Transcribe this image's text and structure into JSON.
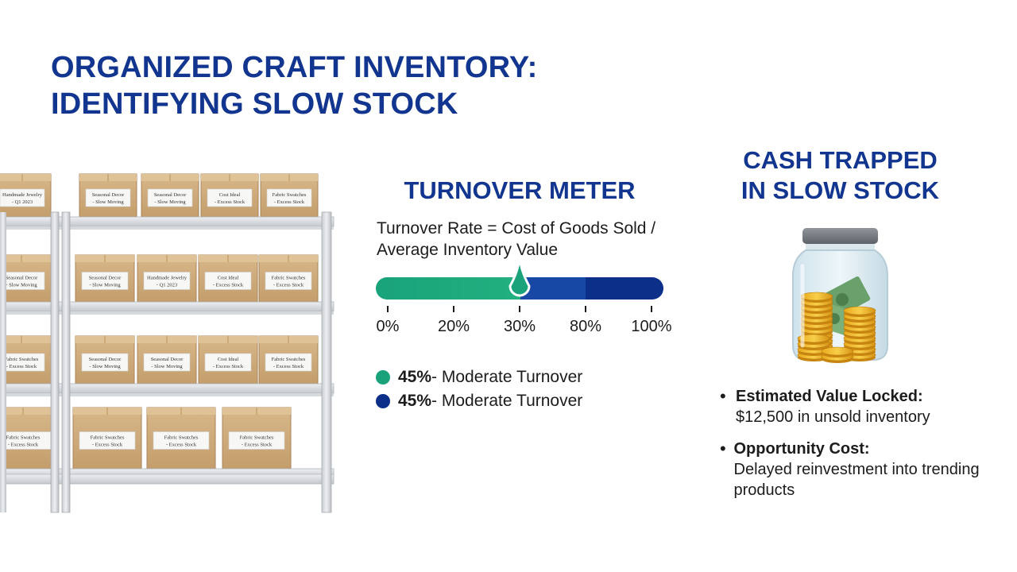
{
  "title": {
    "line1": "ORGANIZED CRAFT INVENTORY:",
    "line2": "IDENTIFYING SLOW STOCK"
  },
  "shelf": {
    "box_labels": [
      [
        "Handmade Jewelry - Q1 2023",
        "Seasonal Decor - Slow Moving",
        "Seasonal Decor - Slow Moving",
        "Cost Ideal - Excess Stock",
        "Fabric Swatches - Excess Stock"
      ],
      [
        "Seasonal Decor - Slow Moving",
        "Seasonal Decor - Slow Moving",
        "Handmade Jewelry - Q1 2023",
        "Cost Ideal - Excess Stock",
        "Fabric Swatches - Excess Stock"
      ],
      [
        "Fabric Swatches - Excess Stock",
        "Seasonal Decor - Slow Moving",
        "Seasonal Decor - Slow Moving",
        "Cost Ideal - Excess Stock",
        "Fabric Swatches - Excess Stock"
      ],
      [
        "Fabric Swatches - Excess Stock",
        "Fabric Swatches - Excess Stock",
        "Fabric Swatches - Excess Stock",
        "Fabric Swatches - Excess Stock"
      ]
    ]
  },
  "meter": {
    "title": "TURNOVER METER",
    "formula_line1": "Turnover Rate = Cost of Goods Sold /",
    "formula_line2": "Average Inventory Value",
    "ticks": [
      "0%",
      "20%",
      "30%",
      "80%",
      "100%"
    ],
    "indicator_at": "30%",
    "colors": {
      "green": "#1aa37a",
      "blue": "#0c2f8a",
      "mid_blue": "#1848a6"
    },
    "legend": [
      {
        "value": "45%",
        "text": " - Moderate Turnover",
        "color": "#1aa37a"
      },
      {
        "value": "45%",
        "text": " - Moderate Turnover",
        "color": "#0c2f8a"
      }
    ]
  },
  "cash": {
    "title_line1": "CASH TRAPPED",
    "title_line2": "IN SLOW STOCK",
    "icon": "money-jar-icon",
    "bullets": [
      {
        "label": "Estimated Value Locked:",
        "detail": "$12,500 in unsold inventory"
      },
      {
        "label": "Opportunity Cost:",
        "detail": "Delayed reinvestment into trending products"
      }
    ]
  },
  "accent": "#12358f"
}
